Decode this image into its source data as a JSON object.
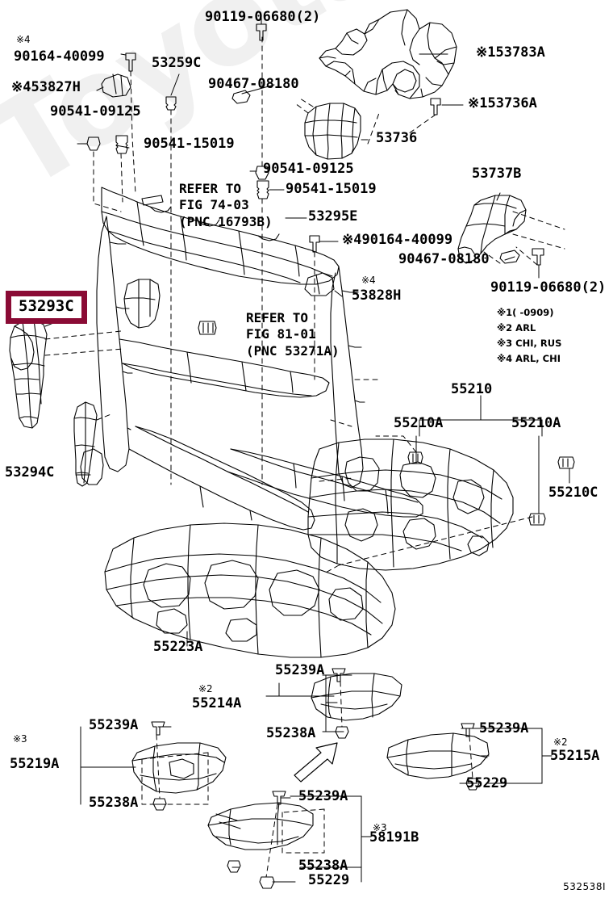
{
  "diagram": {
    "id": "532538I",
    "watermark": "ToyotaCarMir.ru",
    "highlight_color": "#8a0b35",
    "highlighted_part": "53293C"
  },
  "legend": {
    "items": [
      "※1(    -0909)",
      "※2 ARL",
      "※3 CHI, RUS",
      "※4 ARL, CHI"
    ]
  },
  "references": [
    {
      "id": "ref-74-03",
      "line1": "REFER TO",
      "line2": "FIG 74-03",
      "line3": "(PNC 16793B)"
    },
    {
      "id": "ref-81-01",
      "line1": "REFER TO",
      "line2": "FIG 81-01",
      "line3": "(PNC 53271A)"
    }
  ],
  "labels": {
    "p90119_top": "90119-06680(2)",
    "p90164_top": "90164-40099",
    "note4_a": "※4",
    "p53827H": "※453827H",
    "p53259C": "53259C",
    "p90467_top": "90467-08180",
    "p53783A": "※153783A",
    "p53736A": "※153736A",
    "p53736": "53736",
    "p90541_09125_a": "90541-09125",
    "p90541_15019_a": "90541-15019",
    "p90541_09125_b": "90541-09125",
    "p90541_15019_b": "90541-15019",
    "p53737B": "53737B",
    "p53295E": "53295E",
    "p90164_mid": "※490164-40099",
    "p90467_mid": "90467-08180",
    "p90119_right": "90119-06680(2)",
    "note4_b": "※4",
    "p53828H": "53828H",
    "p53293C": "53293C",
    "p53294C": "53294C",
    "p55210": "55210",
    "p55210A_left": "55210A",
    "p55210A_right": "55210A",
    "p55210C": "55210C",
    "p55223A": "55223A",
    "note2_a": "※2",
    "p55214A": "55214A",
    "p55239A_mid": "55239A",
    "p55238A_mid": "55238A",
    "note3_a": "※3",
    "p55219A": "55219A",
    "p55239A_left": "55239A",
    "p55238A_left": "55238A",
    "p55239A_btm": "55239A",
    "p55238A_btm": "55238A",
    "p55229_btm": "55229",
    "note3_b": "※3",
    "p58191B": "58191B",
    "p55239A_right": "55239A",
    "note2_b": "※2",
    "p55215A": "55215A",
    "p55229_right": "55229"
  }
}
